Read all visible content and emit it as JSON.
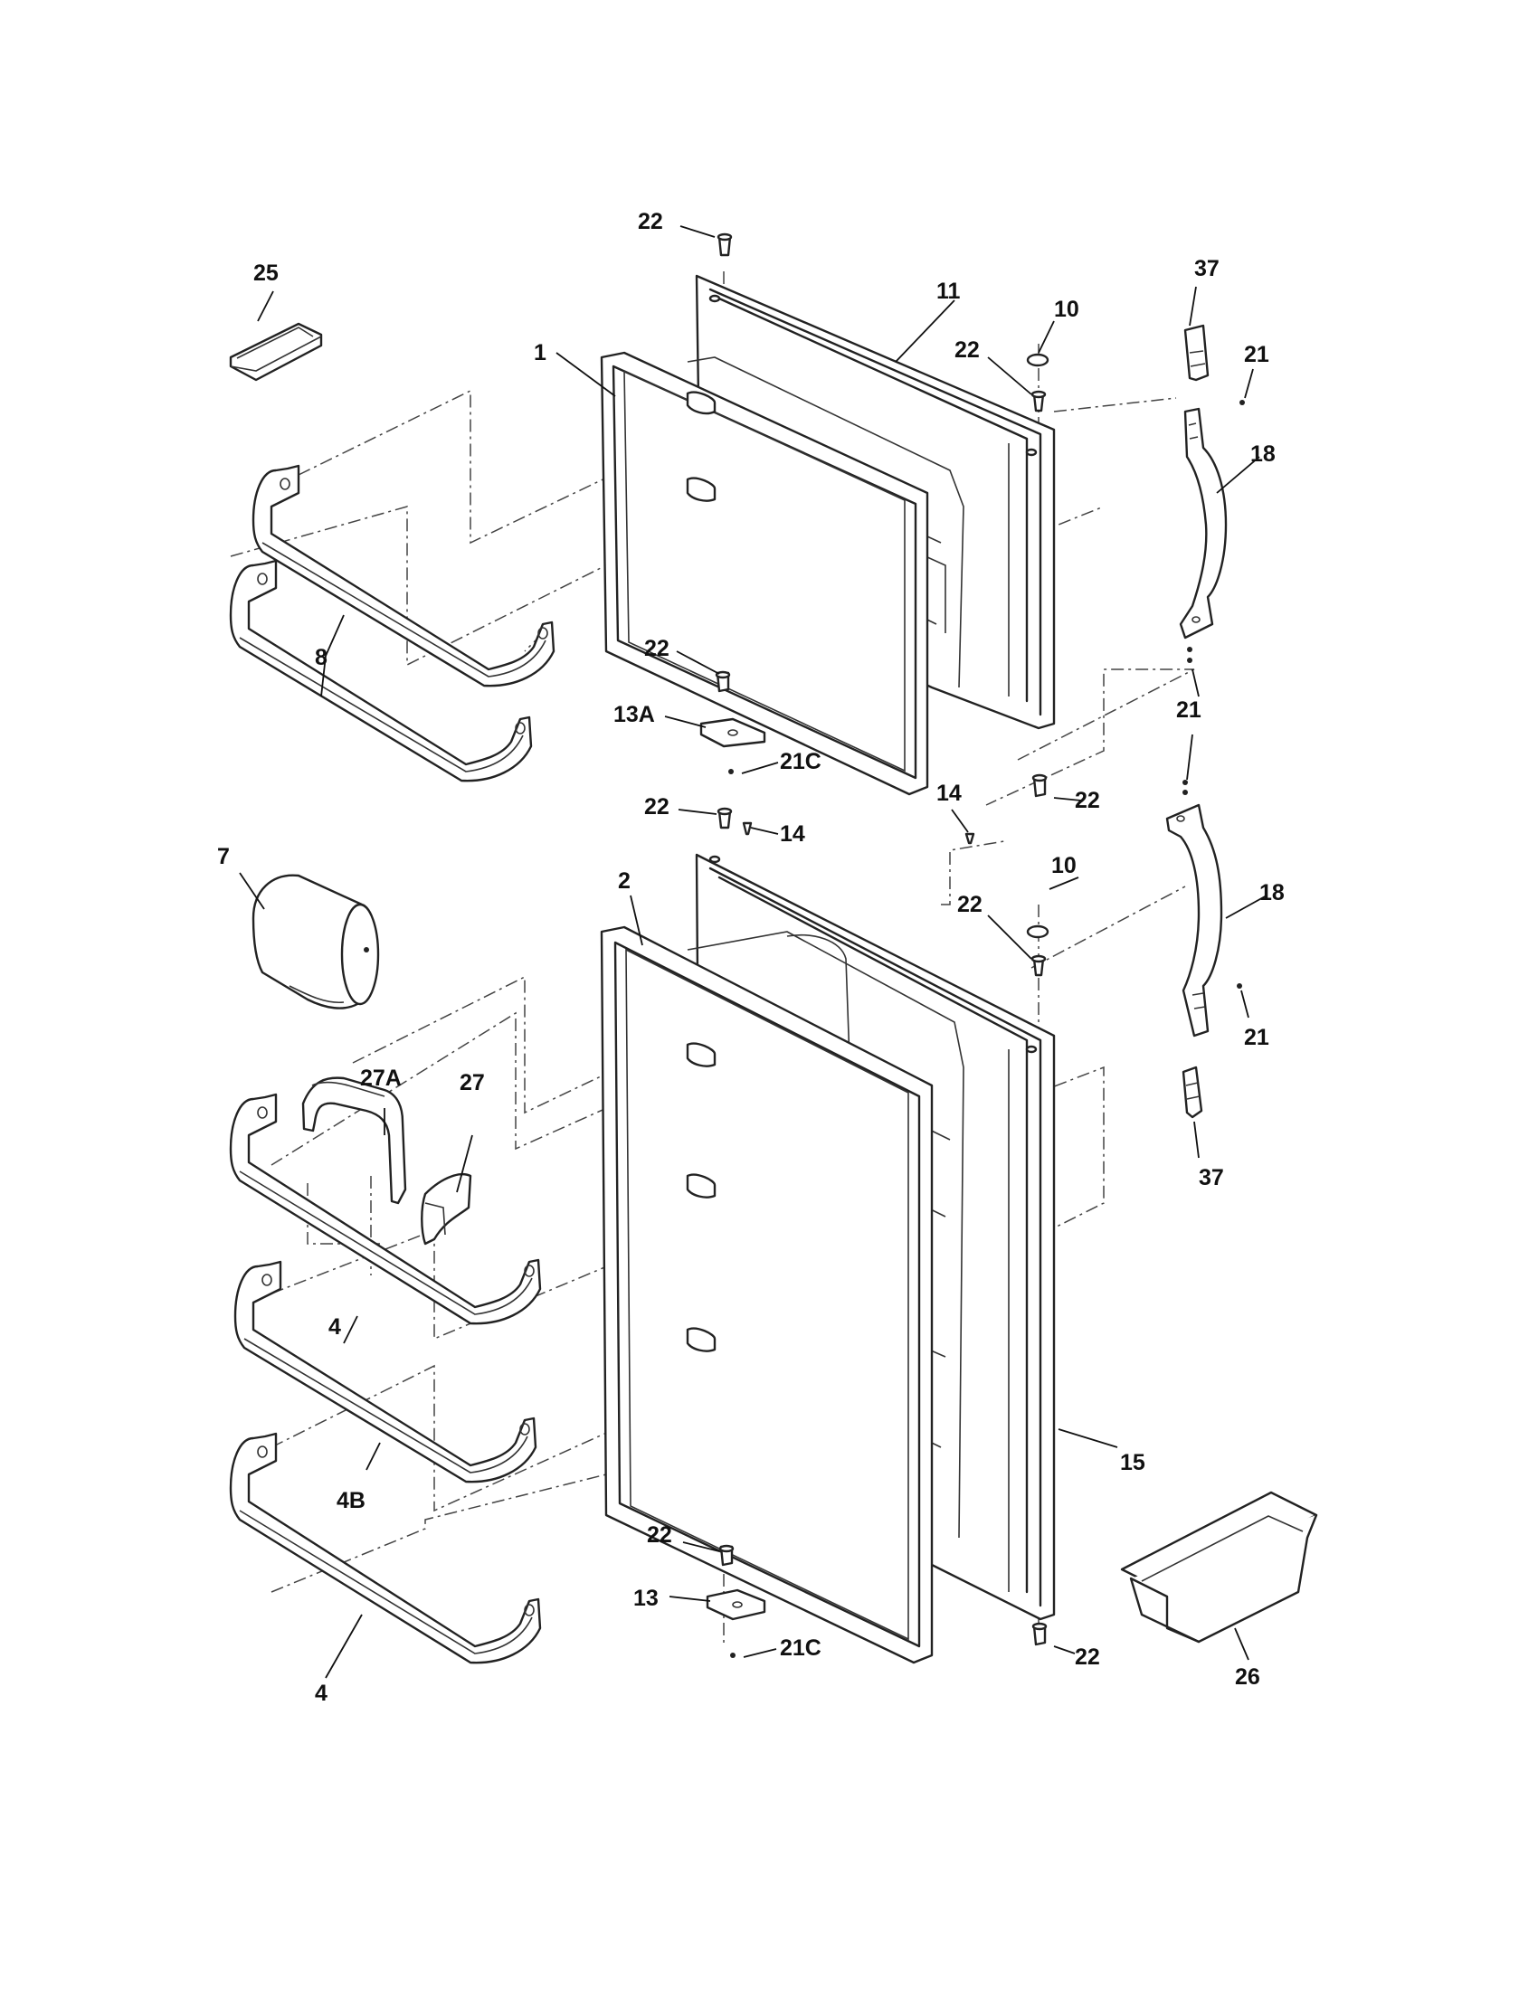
{
  "callouts": {
    "c_1": "1",
    "c_2": "2",
    "c_4_upper": "4",
    "c_4_lower": "4",
    "c_4B": "4B",
    "c_7": "7",
    "c_8": "8",
    "c_10_upper": "10",
    "c_10_lower": "10",
    "c_11": "11",
    "c_13": "13",
    "c_13A": "13A",
    "c_14_upper": "14",
    "c_14_lower": "14",
    "c_15": "15",
    "c_18_upper": "18",
    "c_18_lower": "18",
    "c_21_a": "21",
    "c_21_b": "21",
    "c_21_c": "21",
    "c_21C_upper": "21C",
    "c_21C_lower": "21C",
    "c_22_a": "22",
    "c_22_b": "22",
    "c_22_c": "22",
    "c_22_d": "22",
    "c_22_e": "22",
    "c_22_f": "22",
    "c_22_g": "22",
    "c_22_h": "22",
    "c_25": "25",
    "c_26": "26",
    "c_27": "27",
    "c_27A": "27A",
    "c_37_upper": "37",
    "c_37_lower": "37"
  }
}
